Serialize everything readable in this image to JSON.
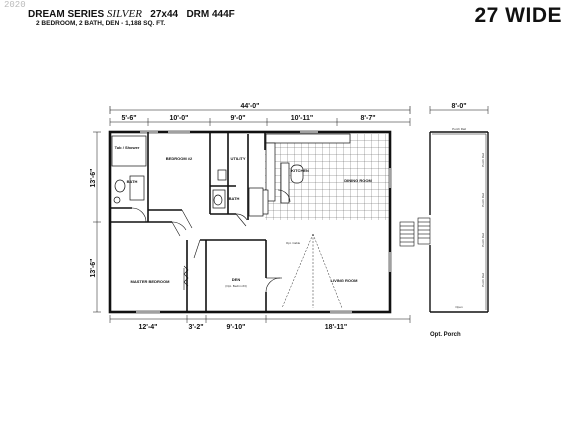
{
  "header": {
    "watermark": "2020",
    "series_prefix": "DREAM SERIES",
    "series_name": "SILVER",
    "size": "27x44",
    "model": "DRM 444F",
    "specs": "2 BEDROOM, 2 BATH, DEN - 1,188 SQ. FT.",
    "width_label": "27 WIDE"
  },
  "dimensions": {
    "overall_top": "44'-0\"",
    "top_segments": [
      "5'-6\"",
      "10'-0\"",
      "9'-0\"",
      "10'-11\"",
      "8'-7\""
    ],
    "bottom_segments": [
      "12'-4\"",
      "3'-2\"",
      "9'-10\"",
      "18'-11\""
    ],
    "left_segments": [
      "13'-6\"",
      "13'-6\""
    ],
    "porch_top": "8'-0\""
  },
  "rooms": {
    "bath1": "BATH",
    "tub_shower": "Tub / Shower",
    "bedroom2": "BEDROOM #2",
    "utility": "UTILITY",
    "kitchen": "KITCHEN",
    "dining": "DINING ROOM",
    "bath2": "BATH",
    "master": "MASTER BEDROOM",
    "den": "DEN",
    "den_note": "(Opt. Bedrm #3)",
    "living": "LIVING ROOM",
    "ceiling_note": "Opt. Cable",
    "porch_rail": "Porch Rail",
    "open": "Open"
  },
  "porch": {
    "label": "Opt. Porch"
  }
}
